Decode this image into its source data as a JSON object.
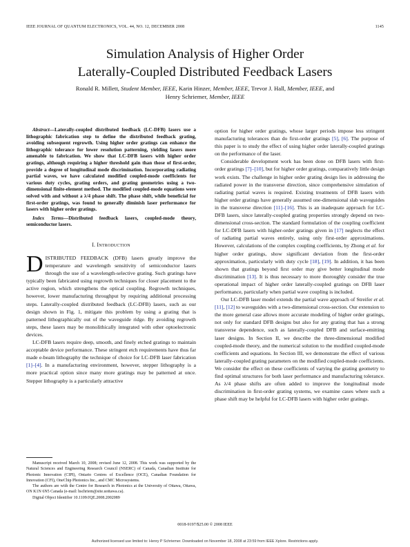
{
  "header": {
    "journal": "IEEE JOURNAL OF QUANTUM ELECTRONICS, VOL. 44, NO. 12, DECEMBER 2008",
    "page_number": "1145"
  },
  "title": {
    "line1": "Simulation Analysis of Higher Order",
    "line2": "Laterally-Coupled Distributed Feedback Lasers"
  },
  "authors": {
    "a1_name": "Ronald R. Millett,",
    "a1_role": "Student Member, IEEE,",
    "a2_name": "Karin Hinzer,",
    "a2_role": "Member, IEEE,",
    "a3_name": "Trevor J. Hall,",
    "a3_role": "Member, IEEE,",
    "and_word": "and",
    "a4_name": "Henry Schriemer,",
    "a4_role": "Member, IEEE"
  },
  "abstract": {
    "label": "Abstract—",
    "text": "Laterally-coupled distributed feedback (LC-DFB) lasers use a lithographic fabrication step to define the distributed feedback grating, avoiding subsequent regrowth. Using higher order gratings can enhance the lithographic tolerance for lower resolution patterning, yielding lasers more amenable to fabrication. We show that LC-DFB lasers with higher order gratings, although requiring a higher threshold gain than those of first-order, provide a degree of longitudinal mode discrimination. Incorporating radiating partial waves, we have calculated modified coupled-mode coefficients for various duty cycles, grating orders, and grating geometries using a two-dimensional finite-element method. The modified coupled-mode equations were solved with and without a λ/4 phase shift. The phase shift, while beneficial for first-order gratings, was found to generally diminish laser performance for lasers with higher order gratings."
  },
  "index_terms": {
    "label": "Index Terms—",
    "text": "Distributed feedback lasers, coupled-mode theory, semiconductor lasers."
  },
  "section1": {
    "heading": "I. Introduction"
  },
  "intro": {
    "dropcap": "D",
    "p1": "ISTRIBUTED FEEDBACK (DFB) lasers greatly improve the temperature and wavelength sensitivity of semiconductor lasers through the use of a wavelength-selective grating. Such gratings have typically been fabricated using regrowth techniques for closer placement to the active region, which strengthens the optical coupling. Regrowth techniques, however, lower manufacturing throughput by requiring additional processing steps. Laterally-coupled distributed feedback (LC-DFB) lasers, such as our design shown in Fig. 1, mitigate this problem by using a grating that is patterned lithographically out of the waveguide ridge. By avoiding regrowth steps, these lasers may be monolithically integrated with other optoelectronic devices.",
    "p2a": "LC-DFB lasers require deep, smooth, and finely etched gratings to maintain acceptable device performance. These stringent etch requirements have thus far made e-beam lithography the technique of choice for LC-DFB laser fabrication ",
    "p2_ref1": "[1]–[4]",
    "p2b": ". In a manufacturing environment, however, stepper lithography is a more practical option since many more gratings may be patterned at once. Stepper lithography is a particularly attractive"
  },
  "right": {
    "r1a": "option for higher order gratings, whose larger periods impose less stringent manufacturing tolerances than do first-order gratings ",
    "r1_ref1": "[5]",
    "r1_sep": ", ",
    "r1_ref2": "[6]",
    "r1b": ". The purpose of this paper is to study the effect of using higher order laterally-coupled gratings on the performance of the laser.",
    "r2a": "Considerable development work has been done on DFB lasers with first-order gratings ",
    "r2_ref1": "[7]–[10]",
    "r2b": ", but for higher order gratings, comparatively little design work exists. The challenge in higher order grating design lies in addressing the radiated power in the transverse direction, since comprehensive simulation of radiating partial waves is required. Existing treatments of DFB lasers with higher order gratings have generally assumed one-dimensional slab waveguides in the transverse direction ",
    "r2_ref2": "[11]–[16]",
    "r2c": ". This is an inadequate approach for LC-DFB lasers, since laterally-coupled grating properties strongly depend on two-dimensional cross-section. The standard formulation of the coupling coefficient for LC-DFB lasers with higher-order gratings given in ",
    "r2_ref3": "[17]",
    "r2d": " neglects the effect of radiating partial waves entirely, using only first-order approximations. However, calculations of the complex coupling coefficients, by Zhong ",
    "r2_etal": "et al.",
    "r2e": " for higher order gratings, show significant deviation from the first-order approximation, particularly with duty cycle ",
    "r2_ref4": "[18]",
    "r2_sep": ", ",
    "r2_ref5": "[19]",
    "r2f": ". In addition, it has been shown that gratings beyond first order may give better longitudinal mode discrimination ",
    "r2_ref6": "[13]",
    "r2g": ". It is thus necessary to more thoroughly consider the true operational impact of higher order laterally-coupled gratings on DFB laser performance, particularly when partial wave coupling is included.",
    "r3a": "Our LC-DFB laser model extends the partial wave approach of Streifer ",
    "r3_etal": "et al.",
    "r3_pre": " ",
    "r3_ref1": "[11]",
    "r3_sep": ", ",
    "r3_ref2": "[12]",
    "r3b": " to waveguides with a two-dimensional cross-section. Our extension to the more general case allows more accurate modeling of higher order gratings, not only for standard DFB designs but also for any grating that has a strong transverse dependence, such as laterally-coupled DFB and surface-emitting laser designs. In Section II, we describe the three-dimensional modified coupled-mode theory, and the numerical solution to the modified coupled-mode coefficients and equations. In Section III, we demonstrate the effect of various laterally-coupled grating parameters on the modified coupled-mode coefficients. We consider the effect on these coefficients of varying the grating geometry to find optimal structures for both laser performance and manufacturing tolerance. As λ/4 phase shifts are often added to improve the longitudinal mode discrimination in first-order grating systems, we examine cases where such a phase shift may be helpful for LC-DFB lasers with higher order gratings."
  },
  "footnotes": {
    "f1": "Manuscript received March 10, 2008; revised June 12, 2008. This work was supported by the Natural Sciences and Engineering Research Council (NSERC) of Canada, Canadian Institute for Photonic Innovation (CIPI), Ontario Centres of Excellence (OCE), Canadian Foundation for Innovation (CFI), OneChip Photonics Inc., and CMC Microsystems.",
    "f2": "The authors are with the Centre for Research in Photonics at the University of Ottawa, Ottawa, ON K1N 6N5 Canada (e-mail: hschriem@site.uottawa.ca).",
    "f3": "Digital Object Identifier 10.1109/JQE.2008.2002089"
  },
  "copyright": "0018-9197/$25.00 © 2008 IEEE",
  "bottom_notice": "Authorized licensed use limited to: Henry P Schriemer. Downloaded on November 18, 2008 at 23:59 from IEEE Xplore. Restrictions apply."
}
